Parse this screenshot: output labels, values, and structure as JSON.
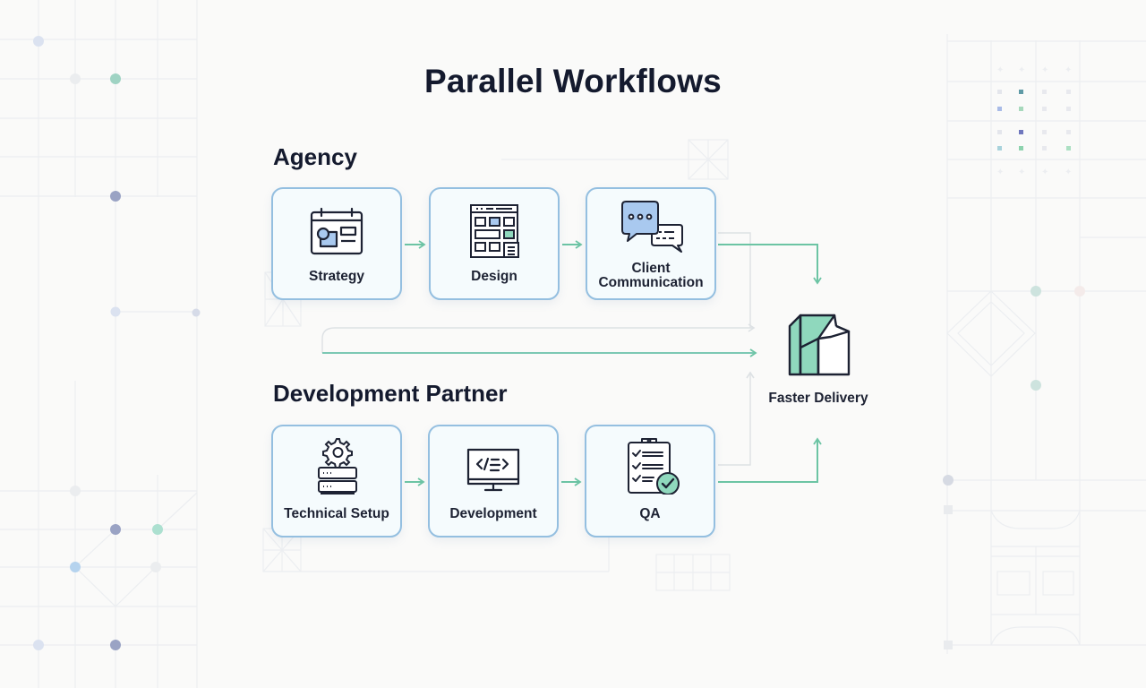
{
  "title": "Parallel Workflows",
  "colors": {
    "accent_green": "#6cc4a4",
    "card_border": "#94bfe0",
    "text_dark": "#141a2e",
    "icon_blue_fill": "#a9c9ef",
    "icon_green_fill": "#8fd8bd"
  },
  "lanes": [
    {
      "label": "Agency",
      "steps": [
        {
          "label": "Strategy",
          "icon": "strategy-board-icon"
        },
        {
          "label": "Design",
          "icon": "layout-wireframe-icon"
        },
        {
          "label": "Client Communication",
          "label_lines": [
            "Client",
            "Communication"
          ],
          "icon": "chat-bubbles-icon"
        }
      ]
    },
    {
      "label": "Development Partner",
      "steps": [
        {
          "label": "Technical Setup",
          "icon": "server-gear-icon"
        },
        {
          "label": "Development",
          "icon": "code-monitor-icon"
        },
        {
          "label": "QA",
          "icon": "checklist-clipboard-icon"
        }
      ]
    }
  ],
  "outcome": {
    "label": "Faster Delivery",
    "icon": "delivery-box-icon"
  }
}
